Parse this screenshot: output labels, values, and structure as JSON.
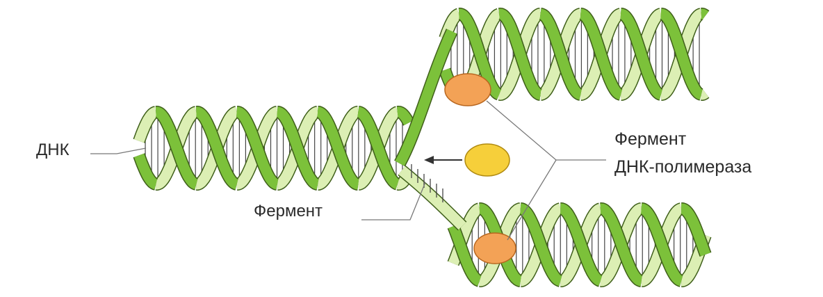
{
  "labels": {
    "dna": "ДНК",
    "enzyme": "Фермент",
    "polymerase_line1": "Фермент",
    "polymerase_line2": "ДНК-полимераза"
  },
  "colors": {
    "background": "#ffffff",
    "strand_dark": "#7cc13a",
    "strand_light": "#dcefb4",
    "strand_outline": "#3f5f1a",
    "rungs": "#444444",
    "polymerase_fill": "#f3a256",
    "polymerase_outline": "#b8661e",
    "free_enzyme_fill": "#f6cf3a",
    "free_enzyme_outline": "#b08a10",
    "leader_line": "#777777",
    "arrow": "#333333"
  }
}
